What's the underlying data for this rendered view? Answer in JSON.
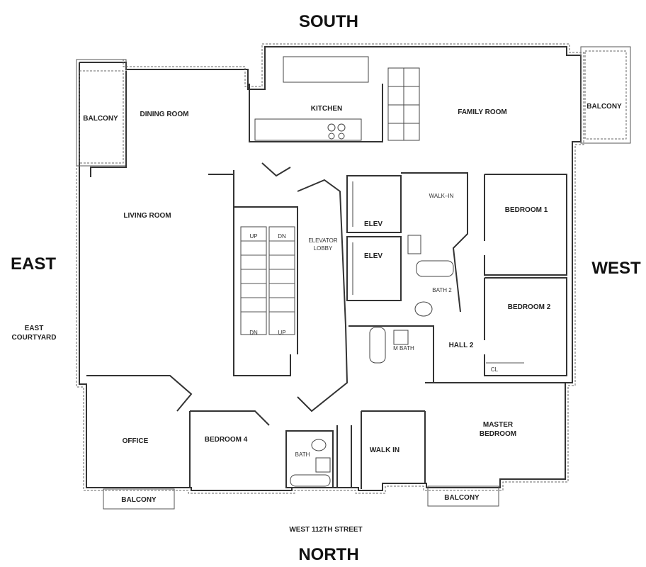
{
  "compass": {
    "south": "SOUTH",
    "north": "NORTH",
    "east": "EAST",
    "west": "WEST"
  },
  "exterior": {
    "east_courtyard_line1": "EAST",
    "east_courtyard_line2": "COURTYARD",
    "street": "WEST 112TH STREET"
  },
  "rooms": {
    "balcony_sw": "BALCONY",
    "dining_room": "DINING ROOM",
    "kitchen": "KITCHEN",
    "family_room": "FAMILY ROOM",
    "balcony_se": "BALCONY",
    "living_room": "LIVING ROOM",
    "elevator_lobby_line1": "ELEVATOR",
    "elevator_lobby_line2": "LOBBY",
    "elev_1": "ELEV",
    "elev_2": "ELEV",
    "walk_in_top": "WALK–IN",
    "bedroom_1": "BEDROOM 1",
    "bath_2": "BATH  2",
    "bedroom_2": "BEDROOM 2",
    "m_bath": "M  BATH",
    "hall_2": "HALL 2",
    "cl": "CL",
    "office": "OFFICE",
    "bedroom_4": "BEDROOM 4",
    "bath_small": "BATH",
    "walk_in": "WALK IN",
    "master_bedroom_line1": "MASTER",
    "master_bedroom_line2": "BEDROOM",
    "balcony_ne": "BALCONY",
    "balcony_nw": "BALCONY"
  },
  "stairs": {
    "up_left": "UP",
    "dn_right": "DN",
    "dn_left": "DN",
    "up_right": "UP"
  }
}
